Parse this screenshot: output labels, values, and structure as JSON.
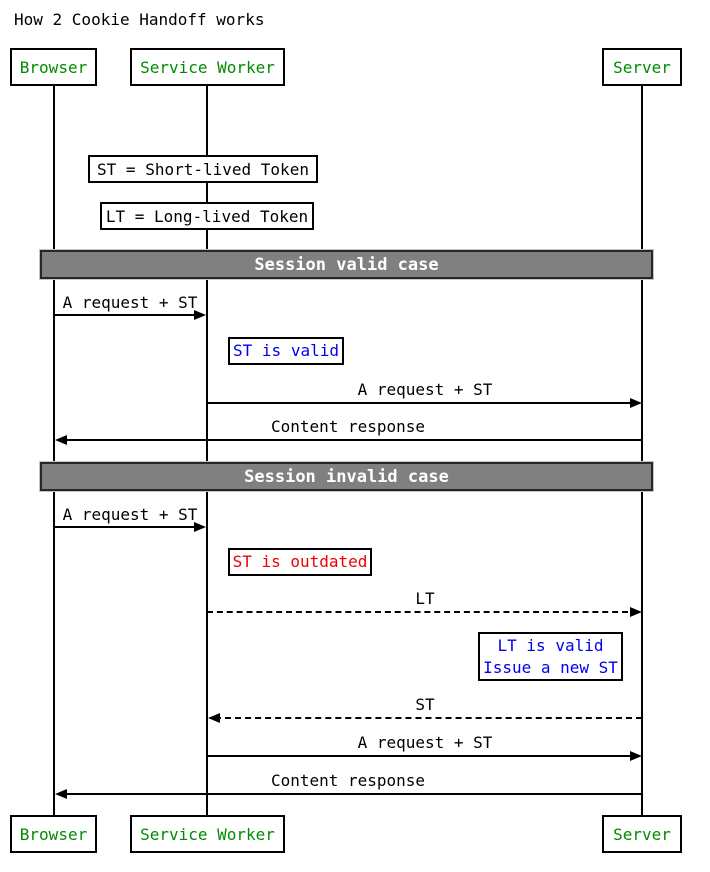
{
  "title": "How 2 Cookie Handoff works",
  "actors": [
    {
      "id": "browser",
      "label": "Browser"
    },
    {
      "id": "service-worker",
      "label": "Service Worker"
    },
    {
      "id": "server",
      "label": "Server"
    }
  ],
  "legend": [
    {
      "label": "ST = Short-lived Token"
    },
    {
      "label": "LT = Long-lived Token"
    }
  ],
  "sections": [
    {
      "label": "Session valid case"
    },
    {
      "label": "Session invalid case"
    }
  ],
  "messages": [
    {
      "from": "Browser",
      "to": "Service Worker",
      "label": "A request + ST",
      "line": "solid"
    },
    {
      "from": "Service Worker",
      "to": "Server",
      "label": "A request + ST",
      "line": "solid"
    },
    {
      "from": "Server",
      "to": "Browser",
      "label": "Content response",
      "line": "solid"
    },
    {
      "from": "Browser",
      "to": "Service Worker",
      "label": "A request + ST",
      "line": "solid"
    },
    {
      "from": "Service Worker",
      "to": "Server",
      "label": "LT",
      "line": "dashed"
    },
    {
      "from": "Server",
      "to": "Service Worker",
      "label": "ST",
      "line": "dashed"
    },
    {
      "from": "Service Worker",
      "to": "Server",
      "label": "A request + ST",
      "line": "solid"
    },
    {
      "from": "Server",
      "to": "Browser",
      "label": "Content response",
      "line": "solid"
    }
  ],
  "status_notes": [
    {
      "label": "ST is valid",
      "color": "#0000ee",
      "position": "right of Service Worker"
    },
    {
      "label": "ST is outdated",
      "color": "#ee0000",
      "position": "right of Service Worker"
    },
    {
      "lines": [
        "LT is valid",
        "Issue a new ST"
      ],
      "color": "#0000ee",
      "position": "left of Server"
    }
  ],
  "colors": {
    "actor_text": "#008c00",
    "info_note_text": "#0000ee",
    "error_note_text": "#ee0000",
    "section_fill": "#808080",
    "section_text": "#ffffff",
    "line": "#000000",
    "background": "#ffffff"
  }
}
